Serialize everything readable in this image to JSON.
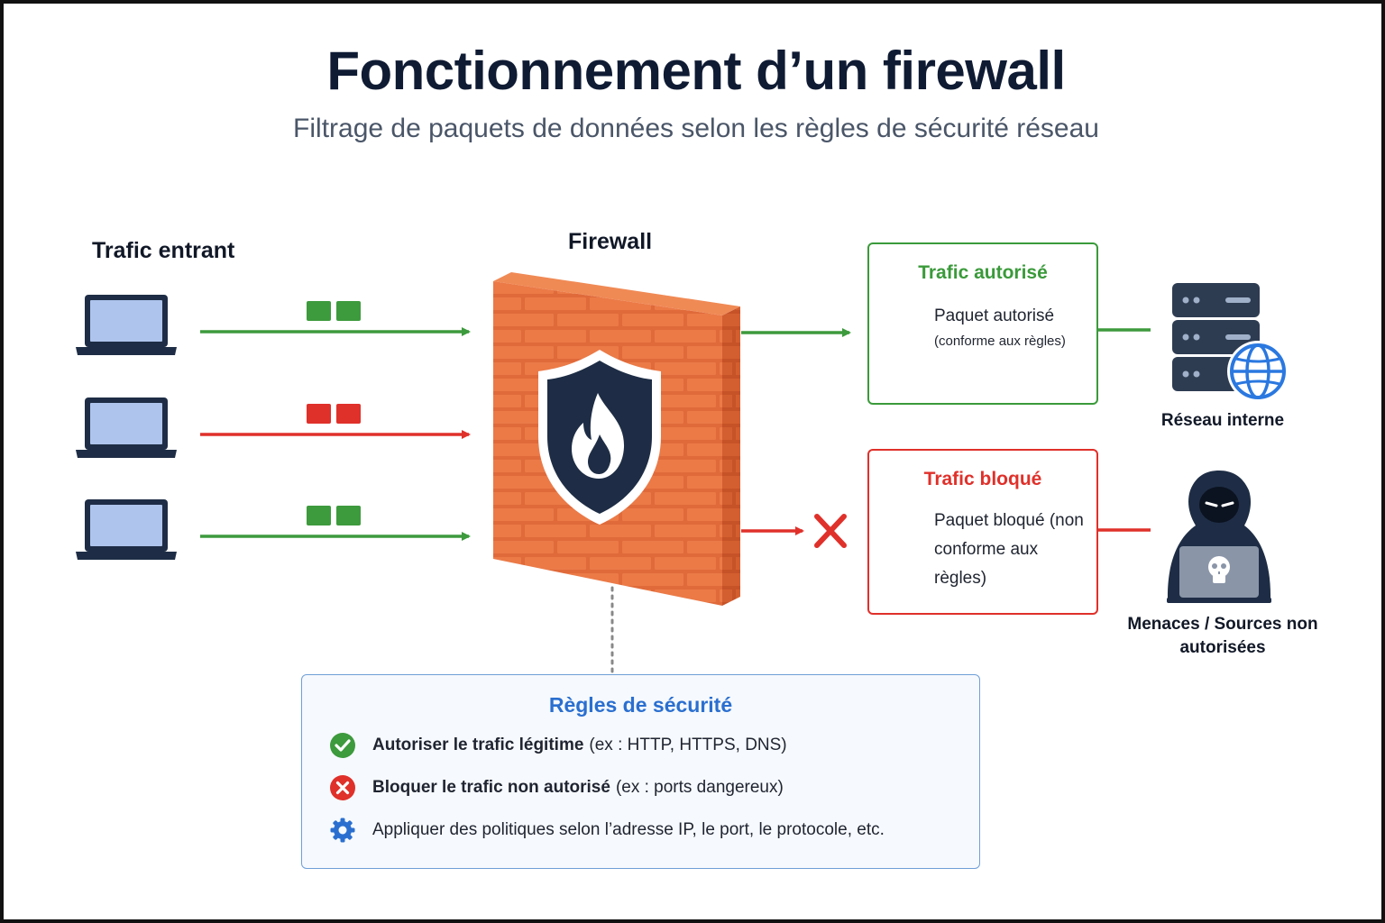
{
  "header": {
    "title": "Fonctionnement d’un firewall",
    "subtitle": "Filtrage de paquets de données selon les règles de sécurité réseau"
  },
  "incoming": {
    "label": "Trafic entrant",
    "devices": [
      {
        "icon": "laptop-icon",
        "packet_color": "#3d9a3d",
        "status": "allowed"
      },
      {
        "icon": "laptop-icon",
        "packet_color": "#e0302a",
        "status": "blocked"
      },
      {
        "icon": "laptop-icon",
        "packet_color": "#3d9a3d",
        "status": "allowed"
      }
    ]
  },
  "firewall": {
    "label": "Firewall",
    "icons": [
      "brick-wall-icon",
      "shield-icon",
      "flame-icon"
    ]
  },
  "allowed": {
    "title": "Trafic autorisé",
    "main": "Paquet autorisé",
    "sub": "(conforme aux règles)",
    "destination": "Réseau interne",
    "icons": [
      "check-circle-icon",
      "server-icon",
      "globe-icon"
    ]
  },
  "blocked": {
    "title": "Trafic bloqué",
    "text": "Paquet bloqué (non conforme aux règles)",
    "source": "Menaces / Sources non autorisées",
    "icons": [
      "cross-circle-icon",
      "x-mark-icon",
      "hacker-icon",
      "skull-icon"
    ]
  },
  "rules": {
    "title": "Règles de sécurité",
    "items": [
      {
        "icon": "check-circle-icon",
        "bold": "Autoriser le trafic légitime",
        "rest": "(ex : HTTP, HTTPS, DNS)"
      },
      {
        "icon": "cross-circle-icon",
        "bold": "Bloquer le trafic non autorisé",
        "rest": "(ex : ports dangereux)"
      },
      {
        "icon": "gear-icon",
        "bold": "",
        "rest": "Appliquer des politiques selon l’adresse IP, le port, le protocole, etc."
      }
    ]
  },
  "colors": {
    "allow": "#3a9a3a",
    "block": "#e0302a",
    "brick": "#e06a3a",
    "navy": "#1e2d45",
    "rules_accent": "#2a6fd0"
  }
}
